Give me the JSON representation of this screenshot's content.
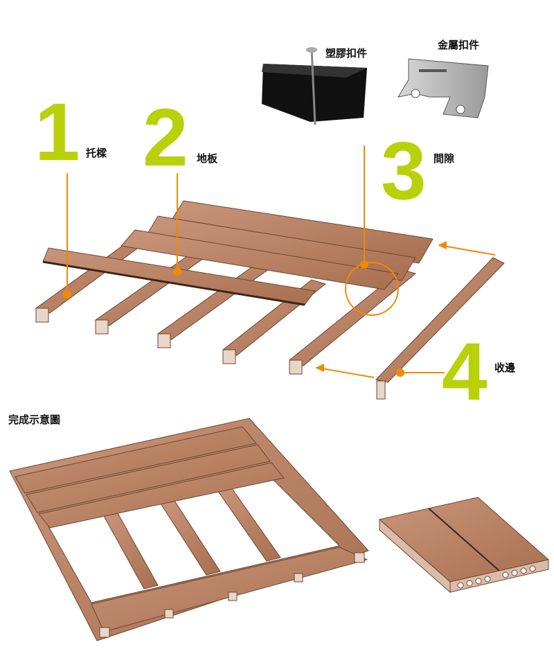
{
  "parts": [
    {
      "number": "1",
      "label": "托樑"
    },
    {
      "number": "2",
      "label": "地板"
    },
    {
      "number": "3",
      "label": "間隙"
    },
    {
      "number": "4",
      "label": "收邊"
    }
  ],
  "fasteners": {
    "plastic": "塑膠扣件",
    "metal": "金屬扣件"
  },
  "finished_label": "完成示意圖",
  "colors": {
    "accent_number": "#b9d10a",
    "leader_line": "#f08a00",
    "wood": "#b98360",
    "wood_dark": "#8a5a3c"
  }
}
